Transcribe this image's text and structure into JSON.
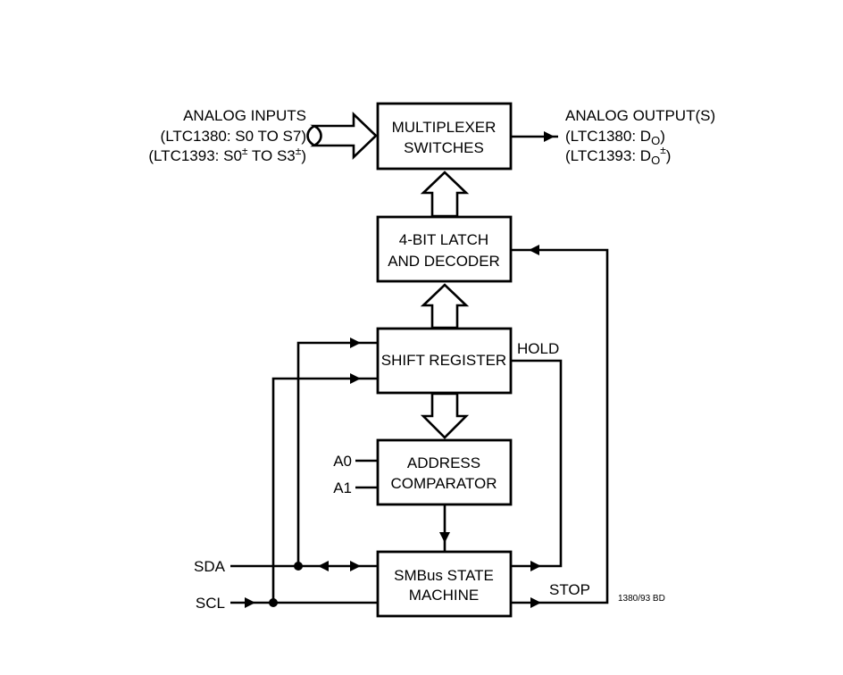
{
  "blocks": {
    "mux": [
      "MULTIPLEXER",
      "SWITCHES"
    ],
    "latch": [
      "4-BIT LATCH",
      "AND DECODER"
    ],
    "shift": "SHIFT REGISTER",
    "addr": [
      "ADDRESS",
      "COMPARATOR"
    ],
    "smbus": [
      "SMBus STATE",
      "MACHINE"
    ]
  },
  "inputs": {
    "line1": "ANALOG INPUTS",
    "line2": "(LTC1380: S0 TO S7)",
    "line3_a": "(LTC1393: S0",
    "line3_sup1": "±",
    "line3_b": " TO S3",
    "line3_sup2": "±",
    "line3_c": ")"
  },
  "outputs": {
    "line1": "ANALOG OUTPUT(S)",
    "line2_a": "(LTC1380: D",
    "line2_sub": "O",
    "line2_c": ")",
    "line3_a": "(LTC1393: D",
    "line3_sub": "O",
    "line3_sup": "±",
    "line3_c": ")"
  },
  "signals": {
    "hold": "HOLD",
    "stop": "STOP",
    "a0": "A0",
    "a1": "A1",
    "sda": "SDA",
    "scl": "SCL"
  },
  "figure_id": "1380/93 BD"
}
